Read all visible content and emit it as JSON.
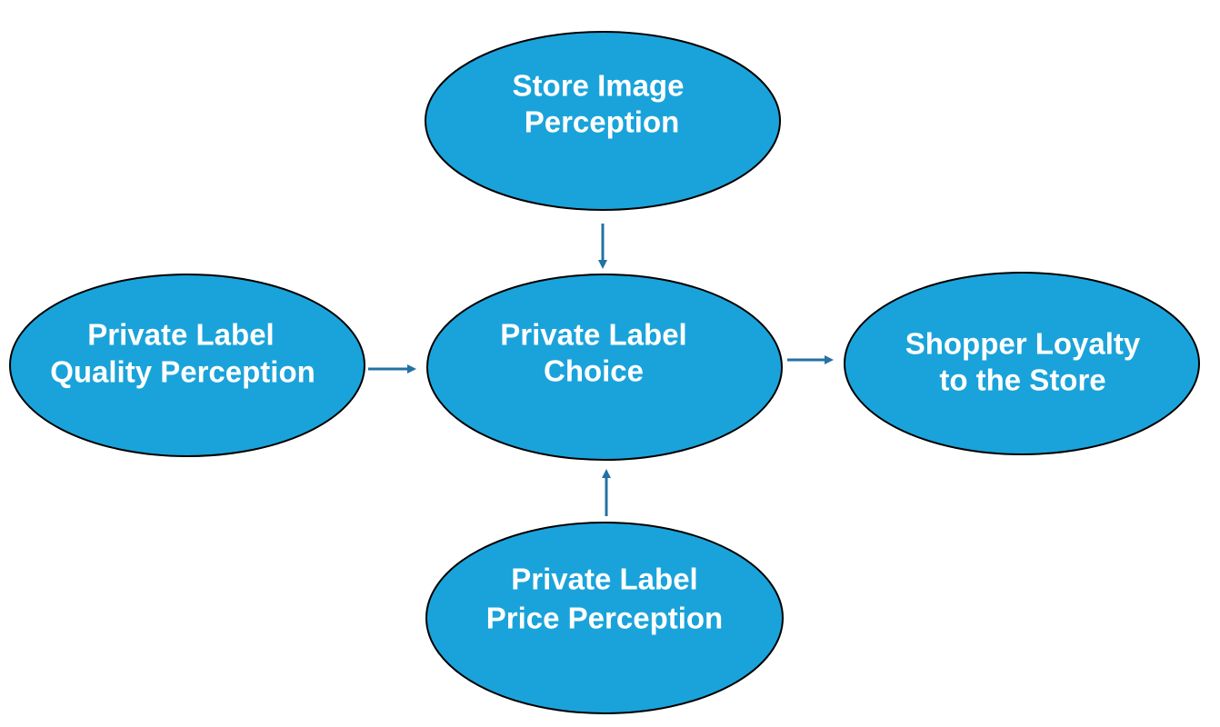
{
  "colors": {
    "node_fill": "#1AA3DA",
    "node_stroke": "#000000",
    "node_text": "#FFFFFF",
    "arrow": "#2471A3",
    "background": "#FFFFFF"
  },
  "nodes": {
    "store_image": {
      "line1": "Store Image",
      "line2": "Perception"
    },
    "quality": {
      "line1": "Private Label",
      "line2": "Quality Perception"
    },
    "choice": {
      "line1": "Private Label",
      "line2": "Choice"
    },
    "loyalty": {
      "line1": "Shopper Loyalty",
      "line2": "to the Store"
    },
    "price": {
      "line1": "Private Label",
      "line2": "Price Perception"
    }
  },
  "edges": [
    {
      "from": "store_image",
      "to": "choice"
    },
    {
      "from": "quality",
      "to": "choice"
    },
    {
      "from": "price",
      "to": "choice"
    },
    {
      "from": "choice",
      "to": "loyalty"
    }
  ]
}
